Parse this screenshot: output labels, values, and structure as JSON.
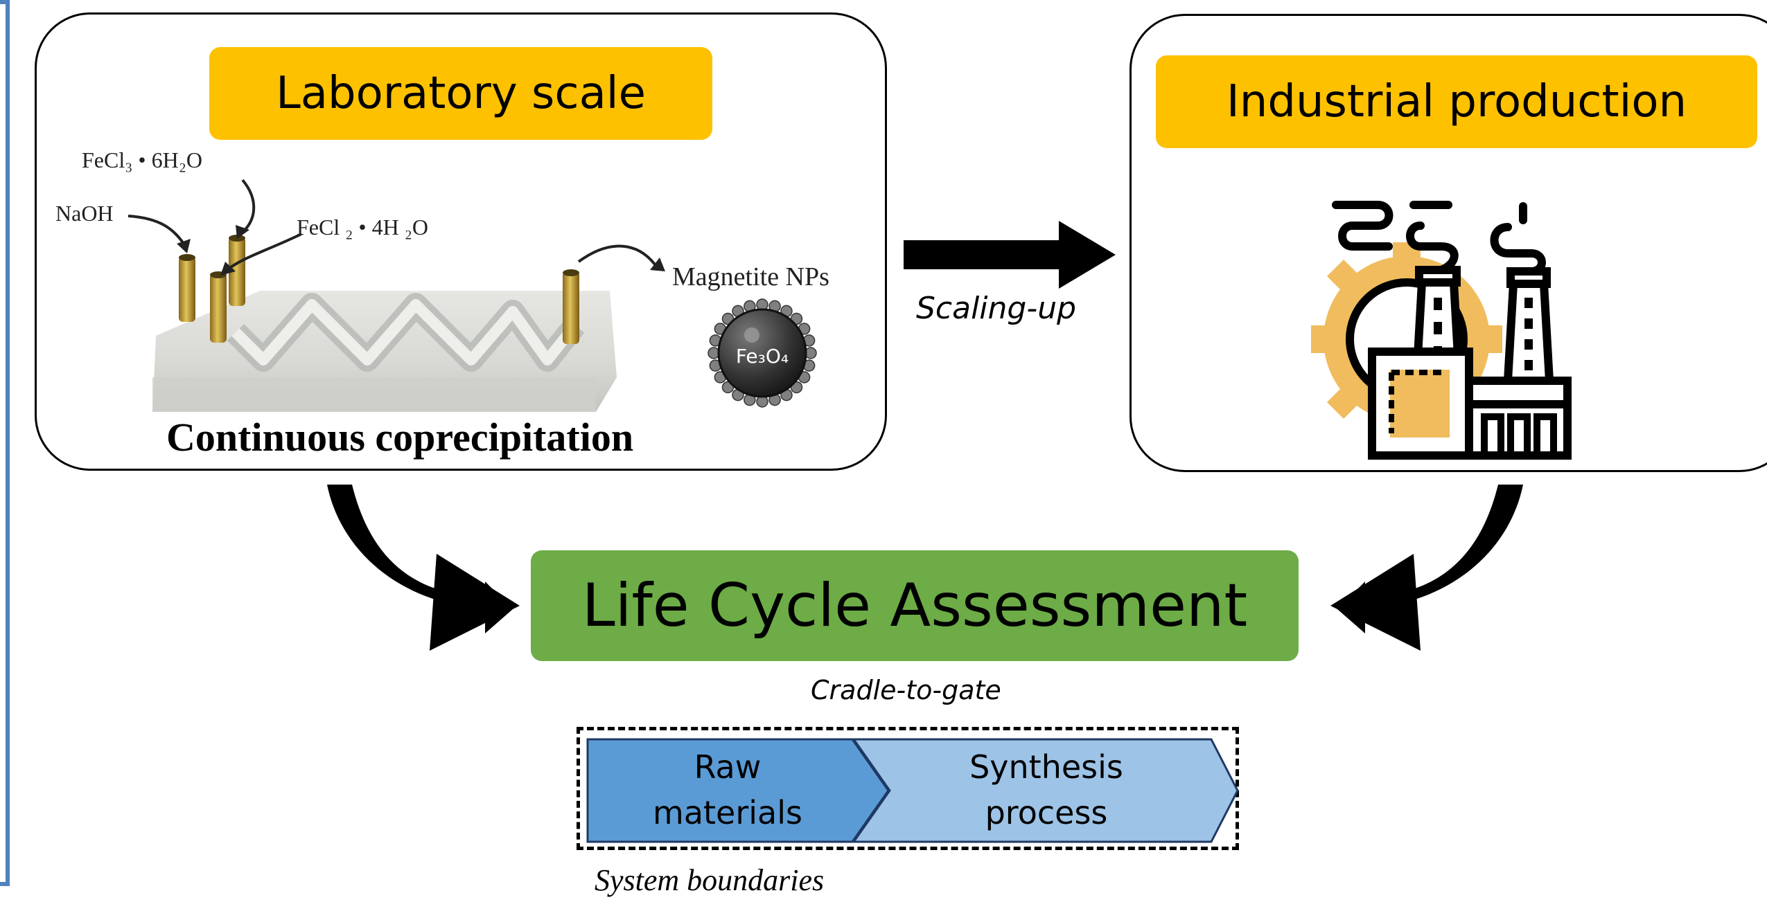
{
  "lab_panel": {
    "title": "Laboratory scale",
    "reagents": {
      "fecl3": "FeCl₃ • 6H₂O",
      "naoh": "NaOH",
      "fecl2": "FeCl ₂ • 4H ₂O"
    },
    "product": "Magnetite NPs",
    "particle_label": "Fe₃O₄",
    "caption": "Continuous coprecipitation"
  },
  "industrial_panel": {
    "title": "Industrial production",
    "icon": "factory-icon"
  },
  "scaling_label": "Scaling-up",
  "lca": {
    "title": "Life Cycle Assessment",
    "scope": "Cradle-to-gate",
    "steps": [
      {
        "line1": "Raw",
        "line2": "materials"
      },
      {
        "line1": "Synthesis",
        "line2": "process"
      }
    ],
    "boundary_label": "System boundaries"
  },
  "colors": {
    "yellow": "#fdc100",
    "green": "#6dac46",
    "step1": "#5b9bd5",
    "step2": "#9dc3e6",
    "frame": "#4f81bd",
    "gear": "#f0bc5e"
  }
}
